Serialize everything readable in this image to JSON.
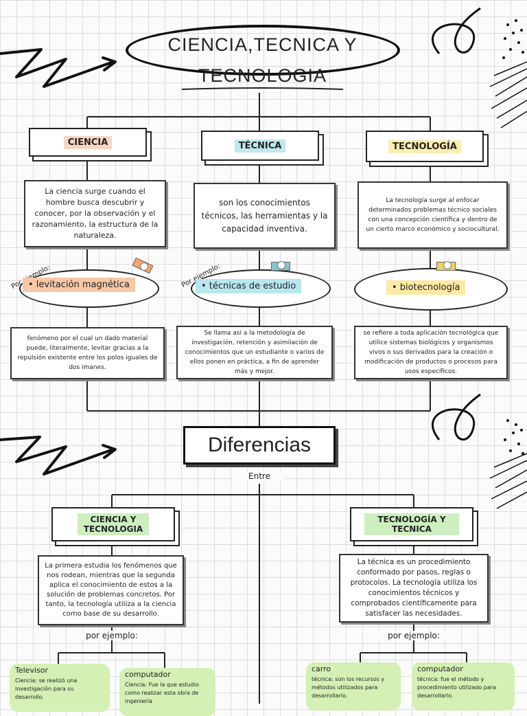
{
  "title": {
    "line1": "CIENCIA,TECNICA Y",
    "line2": "TECNOLOGIA"
  },
  "columns": [
    {
      "header": "CIENCIA",
      "header_color": "#f8d6c0",
      "description": "La ciencia surge cuando el hombre busca descubrir y conocer, por la observación y el razonamiento, la estructura de la naturaleza.",
      "example_label": "Por ejemplo:",
      "example": "• levitación magnética",
      "example_color": "#f8c7a6",
      "tape_color": "#f4a46a",
      "detail": "fenómeno por el cual un dado material puede, literalmente, levitar gracias a la repulsión existente entre los polos iguales de dos imanes."
    },
    {
      "header": "TÉCNICA",
      "header_color": "#bfe8ee",
      "description": "son los conocimientos técnicos, las herramientas y la capacidad inventiva.",
      "example_label": "Por ejemplo:",
      "example": "• técnicas de estudio",
      "example_color": "#b8e6ee",
      "tape_color": "#7fc7d0",
      "detail": "Se llama así a la metodología de investigación, retención y asimilación de conocimientos que un estudiante o varios de ellos ponen en práctica, a fin de aprender más y mejor."
    },
    {
      "header": "TECNOLOGÍA",
      "header_color": "#fbedb0",
      "description": "La tecnología surge al enfocar determinados problemas técnico sociales con una concepción científica y dentro de un cierto marco económico y sociocultural.",
      "example_label": "",
      "example": "• biotecnología",
      "example_color": "#fbe9a4",
      "tape_color": "#f0d060",
      "detail": "se refiere a toda aplicación tecnológica que utilice sistemas biológicos y organismos vivos o sus derivados para la creación o modificación de productos o procesos para usos específicos."
    }
  ],
  "differences": {
    "title": "Diferencias",
    "connector": "Entre",
    "left": {
      "header": "CIENCIA Y TECNOLOGIA",
      "text": "La primera estudia los fenómenos que nos rodean, mientras que la segunda aplica el conocimiento de estos a la solución de problemas concretos. Por tanto, la tecnología utiliza a la ciencia como base de su desarrollo.",
      "example_label": "por ejemplo:",
      "examples": [
        {
          "title": "Televisor",
          "text": "Ciencia: se realizó una investigación para su desarrollo."
        },
        {
          "title": "computador",
          "text": "Ciencia: Fue la que estudio como realizar esta obra de ingeniería"
        }
      ]
    },
    "right": {
      "header": "TECNOLOGÍA Y TECNICA",
      "text": "La técnica es un procedimiento conformado por pasos, reglas o protocolos. La tecnología utiliza los conocimientos técnicos y comprobados científicamente para satisfacer las necesidades.",
      "example_label": "por ejemplo:",
      "examples": [
        {
          "title": "carro",
          "text": "técnica: son los recursos y métodos utilizados para desarrollarlo."
        },
        {
          "title": "computador",
          "text": "técnica: fue el método y procedimiento utilizado para desarrollarlo."
        }
      ]
    },
    "header_color": "#cdefc0"
  }
}
